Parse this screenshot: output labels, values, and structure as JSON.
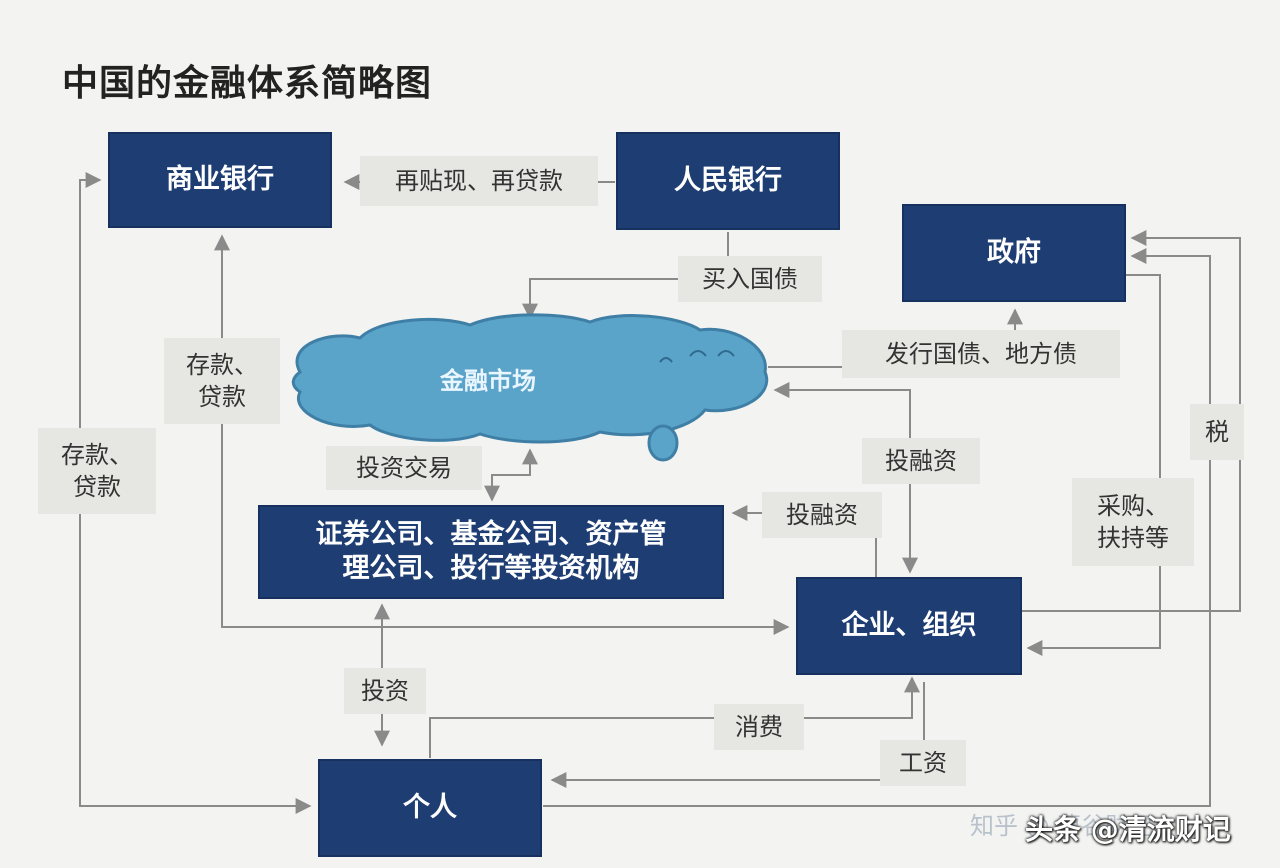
{
  "title": "中国的金融体系简略图",
  "nodes": {
    "commercial_bank": "商业银行",
    "pboc": "人民银行",
    "government": "政府",
    "financial_market": "金融市场",
    "institutions_line1": "证券公司、基金公司、资产管",
    "institutions_line2": "理公司、投行等投资机构",
    "enterprise": "企业、组织",
    "individual": "个人"
  },
  "edge_labels": {
    "rediscount": "再贴现、再贷款",
    "buy_bonds": "买入国债",
    "issue_bonds": "发行国债、地方债",
    "deposit_loan_inner_1": "存款、",
    "deposit_loan_inner_2": "贷款",
    "deposit_loan_outer_1": "存款、",
    "deposit_loan_outer_2": "贷款",
    "investment_trading": "投资交易",
    "financing_1": "投融资",
    "financing_2": "投融资",
    "tax": "税",
    "procurement_1": "采购、",
    "procurement_2": "扶持等",
    "invest": "投资",
    "consumption": "消费",
    "wages": "工资"
  },
  "watermarks": {
    "zhihu": "知乎 @ 曹谷财记",
    "toutiao": "头条 @清流财记"
  },
  "colors": {
    "box_fill": "#1d3d73",
    "label_fill": "#e6e6e3",
    "cloud_fill": "#5aa3c9",
    "line": "#8a8a8a",
    "background": "#f3f3f1"
  }
}
